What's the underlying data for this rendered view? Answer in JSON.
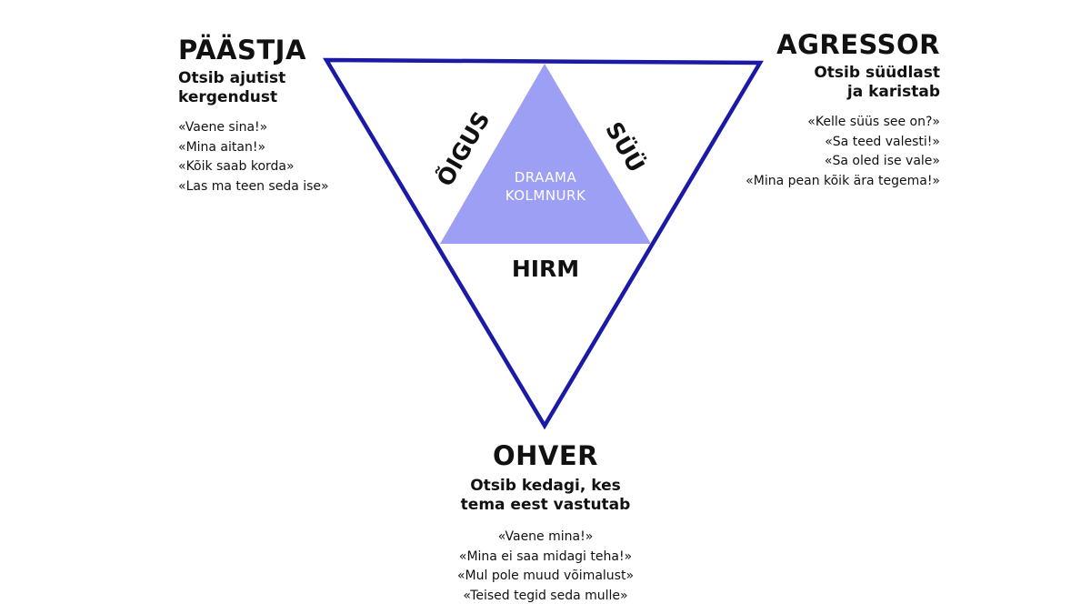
{
  "colors": {
    "triangle_outline": "#1a1aa6",
    "inner_triangle_fill": "#9d9ff5",
    "inner_text": "#ffffff",
    "text": "#111111",
    "background": "#ffffff"
  },
  "center": {
    "title_line1": "DRAAMA",
    "title_line2": "KOLMNURK"
  },
  "edges": {
    "left": "ÕIGUS",
    "right": "SÜÜ",
    "bottom": "HIRM"
  },
  "roles": {
    "rescuer": {
      "title": "PÄÄSTJA",
      "subtitle_line1": "Otsib ajutist",
      "subtitle_line2": "kergendust",
      "quotes": [
        "«Vaene sina!»",
        "«Mina aitan!»",
        "«Kõik saab korda»",
        "«Las ma teen seda ise»"
      ]
    },
    "aggressor": {
      "title": "AGRESSOR",
      "subtitle_line1": "Otsib süüdlast",
      "subtitle_line2": "ja karistab",
      "quotes": [
        "«Kelle süüs see on?»",
        "«Sa teed valesti!»",
        "«Sa oled ise vale»",
        "«Mina pean kõik ära tegema!»"
      ]
    },
    "victim": {
      "title": "OHVER",
      "subtitle_line1": "Otsib kedagi, kes",
      "subtitle_line2": "tema eest vastutab",
      "quotes": [
        "«Vaene mina!»",
        "«Mina ei saa midagi teha!»",
        "«Mul pole muud võimalust»",
        "«Teised tegid seda mulle»"
      ]
    }
  }
}
